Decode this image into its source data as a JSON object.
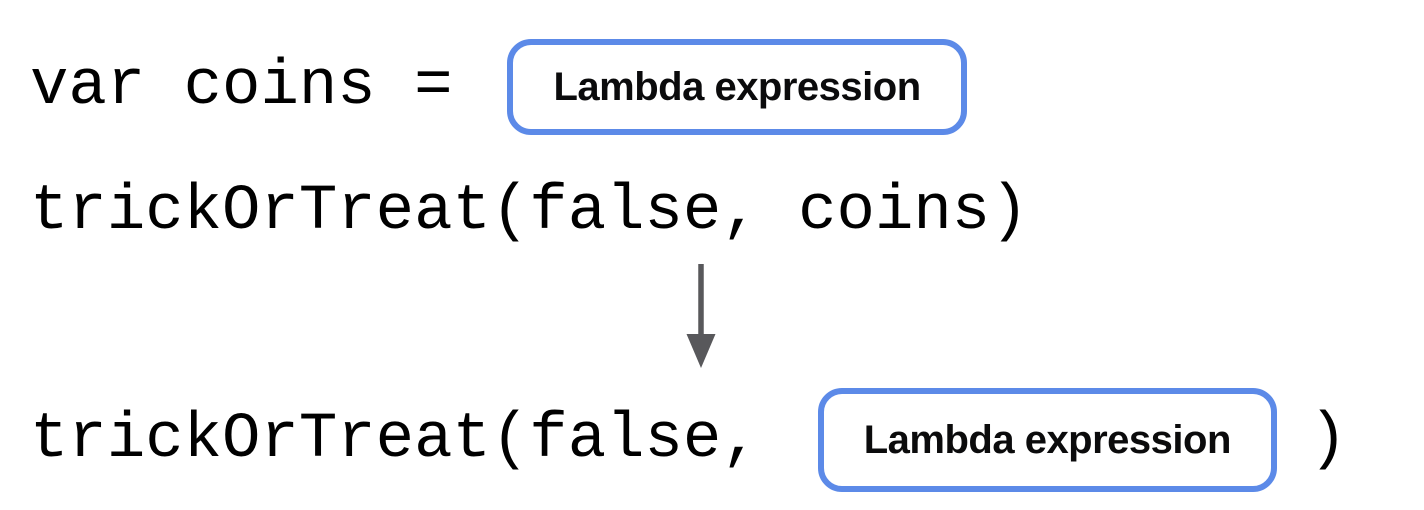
{
  "diagram": {
    "line1": {
      "code": "var coins =",
      "box_label": "Lambda expression"
    },
    "line2": {
      "code": "trickOrTreat(false, coins)"
    },
    "line3": {
      "code_before": "trickOrTreat(false,",
      "box_label": "Lambda expression",
      "code_after": ")"
    },
    "colors": {
      "box_border": "#5C8AE8",
      "arrow": "#58585B",
      "code_text": "#000000",
      "background": "#FFFFFF"
    }
  }
}
